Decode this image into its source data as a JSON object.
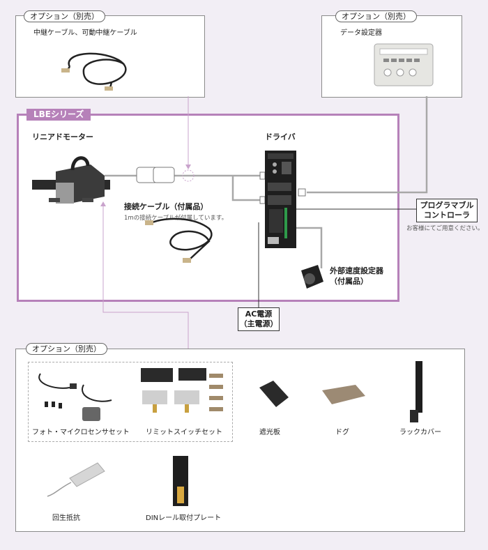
{
  "top_left_option": {
    "tag": "オプション（別売）",
    "title": "中継ケーブル、可動中継ケーブル"
  },
  "top_right_option": {
    "tag": "オプション（別売）",
    "title": "データ設定器"
  },
  "series": {
    "tag": "LBEシリーズ",
    "motor_label": "リニアドモーター",
    "driver_label": "ドライバ",
    "cable_label": "接続ケーブル（付属品）",
    "cable_note": "1mの接続ケーブルが付属しています。",
    "speed_setter_label_1": "外部速度設定器",
    "speed_setter_label_2": "（付属品）"
  },
  "plc": {
    "line1": "プログラマブル",
    "line2": "コントローラ",
    "note": "お客様にてご用意ください。"
  },
  "power": {
    "line1": "AC電源",
    "line2": "（主電源）"
  },
  "bottom_option": {
    "tag": "オプション（別売）",
    "items": [
      {
        "label": "フォト・マイクロセンサセット"
      },
      {
        "label": "リミットスイッチセット"
      },
      {
        "label": "遮光板"
      },
      {
        "label": "ドグ"
      },
      {
        "label": "ラックカバー"
      },
      {
        "label": "回生抵抗"
      },
      {
        "label": "DINレール取付プレート"
      }
    ]
  },
  "colors": {
    "series_border": "#b681b9",
    "line_gray": "#a8a8a8",
    "background": "#f2eef5"
  }
}
